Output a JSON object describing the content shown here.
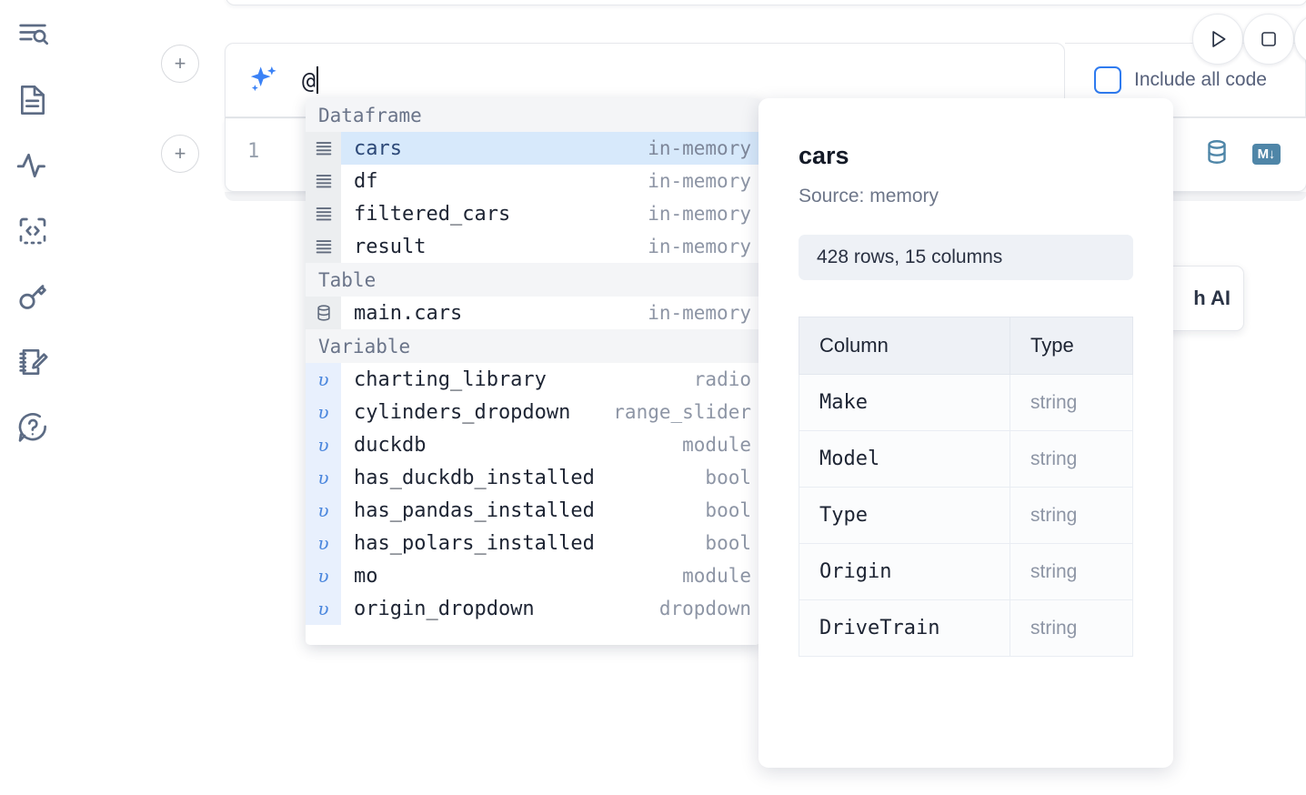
{
  "sidebar": {
    "items": [
      {
        "name": "explore-outline-icon",
        "label": "Outline"
      },
      {
        "name": "file-icon",
        "label": "Files"
      },
      {
        "name": "activity-icon",
        "label": "Variables"
      },
      {
        "name": "code-dependencies-icon",
        "label": "Dependencies"
      },
      {
        "name": "secrets-key-icon",
        "label": "Secrets"
      },
      {
        "name": "scratchpad-edit-icon",
        "label": "Scratchpad"
      },
      {
        "name": "help-chat-icon",
        "label": "Help"
      }
    ]
  },
  "toolbar": {
    "run_label": "Run",
    "stop_label": "Interrupt",
    "include_all_code_label": "Include all code",
    "include_all_code_checked": false
  },
  "ai_prompt": {
    "value": "@",
    "icon": "sparkles-icon"
  },
  "code_cell": {
    "line_number": "1",
    "database_icon": "database-icon",
    "markdown_badge": "M↓"
  },
  "ai_suggest_card": {
    "label": "h AI"
  },
  "add_cell": {
    "label": "+"
  },
  "autocomplete": {
    "groups": [
      {
        "title": "Dataframe",
        "icon": "dataframe-icon",
        "kind": "dataframe",
        "items": [
          {
            "name": "cars",
            "type": "in-memory",
            "selected": true
          },
          {
            "name": "df",
            "type": "in-memory",
            "selected": false
          },
          {
            "name": "filtered_cars",
            "type": "in-memory",
            "selected": false
          },
          {
            "name": "result",
            "type": "in-memory",
            "selected": false
          }
        ]
      },
      {
        "title": "Table",
        "icon": "table-db-icon",
        "kind": "table",
        "items": [
          {
            "name": "main.cars",
            "type": "in-memory",
            "selected": false
          }
        ]
      },
      {
        "title": "Variable",
        "icon": "variable-icon",
        "kind": "variable",
        "items": [
          {
            "name": "charting_library",
            "type": "radio",
            "selected": false
          },
          {
            "name": "cylinders_dropdown",
            "type": "range_slider",
            "selected": false
          },
          {
            "name": "duckdb",
            "type": "module",
            "selected": false
          },
          {
            "name": "has_duckdb_installed",
            "type": "bool",
            "selected": false
          },
          {
            "name": "has_pandas_installed",
            "type": "bool",
            "selected": false
          },
          {
            "name": "has_polars_installed",
            "type": "bool",
            "selected": false
          },
          {
            "name": "mo",
            "type": "module",
            "selected": false
          },
          {
            "name": "origin_dropdown",
            "type": "dropdown",
            "selected": false
          }
        ]
      }
    ]
  },
  "detail": {
    "title": "cars",
    "source": "Source: memory",
    "shape": "428 rows, 15 columns",
    "table": {
      "headers": [
        "Column",
        "Type"
      ],
      "rows": [
        {
          "column": "Make",
          "type": "string"
        },
        {
          "column": "Model",
          "type": "string"
        },
        {
          "column": "Type",
          "type": "string"
        },
        {
          "column": "Origin",
          "type": "string"
        },
        {
          "column": "DriveTrain",
          "type": "string"
        }
      ]
    }
  },
  "colors": {
    "accent_blue": "#3b82f6",
    "selected_row": "#d7e9fb",
    "variable_icon_bg": "#e8f0fd",
    "panel_bg": "#eef1f6",
    "badge_blue": "#4f86a8"
  }
}
